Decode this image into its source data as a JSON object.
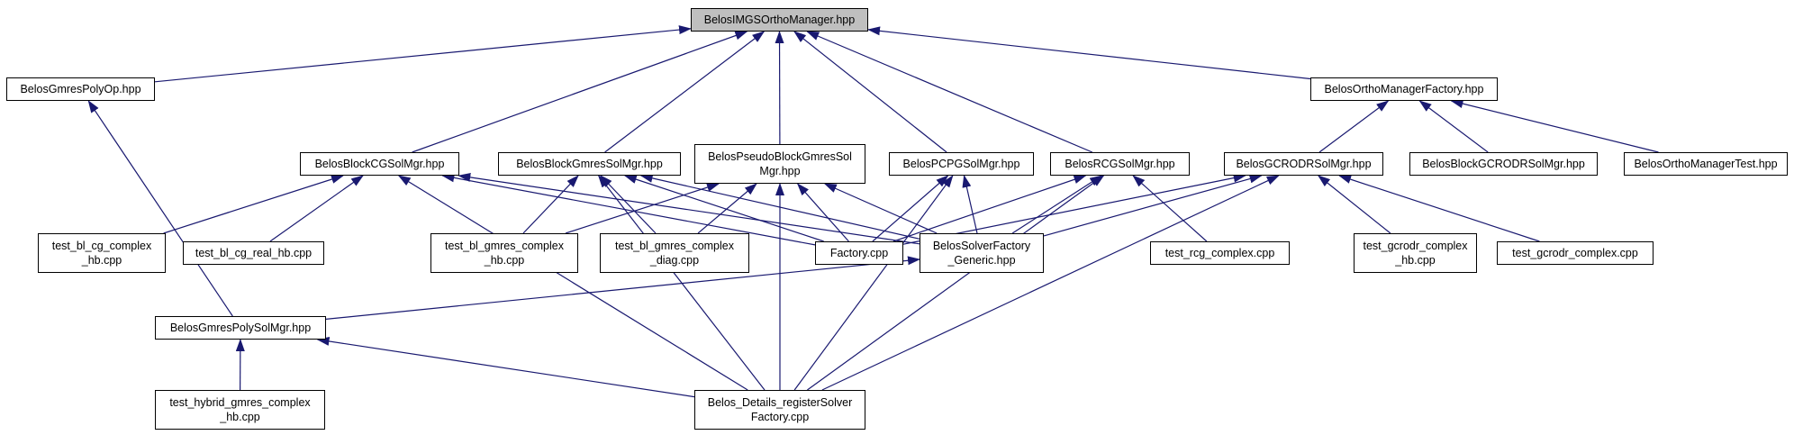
{
  "diagram": {
    "edge_color": "#191970",
    "nodes": {
      "root": "BelosIMGSOrthoManager.hpp",
      "gmres_poly_op": "BelosGmresPolyOp.hpp",
      "ortho_factory": "BelosOrthoManagerFactory.hpp",
      "block_cg": "BelosBlockCGSolMgr.hpp",
      "block_gmres": "BelosBlockGmresSolMgr.hpp",
      "pseudo_block_gmres": "BelosPseudoBlockGmresSol\nMgr.hpp",
      "pcpg": "BelosPCPGSolMgr.hpp",
      "rcg": "BelosRCGSolMgr.hpp",
      "gcrodr": "BelosGCRODRSolMgr.hpp",
      "block_gcrodr": "BelosBlockGCRODRSolMgr.hpp",
      "ortho_test": "BelosOrthoManagerTest.hpp",
      "test_bl_cg_complex_hb": "test_bl_cg_complex\n_hb.cpp",
      "test_bl_cg_real_hb": "test_bl_cg_real_hb.cpp",
      "test_bl_gmres_complex_hb": "test_bl_gmres_complex\n_hb.cpp",
      "test_bl_gmres_complex_diag": "test_bl_gmres_complex\n_diag.cpp",
      "factory_cpp": "Factory.cpp",
      "solver_factory_generic": "BelosSolverFactory\n_Generic.hpp",
      "test_rcg_complex": "test_rcg_complex.cpp",
      "test_gcrodr_complex_hb": "test_gcrodr_complex\n_hb.cpp",
      "test_gcrodr_complex": "test_gcrodr_complex.cpp",
      "gmres_poly_solmgr": "BelosGmresPolySolMgr.hpp",
      "test_hybrid_gmres": "test_hybrid_gmres_complex\n_hb.cpp",
      "register_solver": "Belos_Details_registerSolver\nFactory.cpp"
    },
    "edges": [
      [
        "gmres_poly_op",
        "root"
      ],
      [
        "ortho_factory",
        "root"
      ],
      [
        "block_cg",
        "root"
      ],
      [
        "block_gmres",
        "root"
      ],
      [
        "pseudo_block_gmres",
        "root"
      ],
      [
        "pcpg",
        "root"
      ],
      [
        "rcg",
        "root"
      ],
      [
        "gcrodr",
        "ortho_factory"
      ],
      [
        "block_gcrodr",
        "ortho_factory"
      ],
      [
        "ortho_test",
        "ortho_factory"
      ],
      [
        "test_bl_cg_complex_hb",
        "block_cg"
      ],
      [
        "test_bl_cg_real_hb",
        "block_cg"
      ],
      [
        "factory_cpp",
        "block_cg"
      ],
      [
        "solver_factory_generic",
        "block_cg"
      ],
      [
        "register_solver",
        "block_cg"
      ],
      [
        "test_bl_gmres_complex_hb",
        "block_gmres"
      ],
      [
        "test_bl_gmres_complex_diag",
        "block_gmres"
      ],
      [
        "factory_cpp",
        "block_gmres"
      ],
      [
        "solver_factory_generic",
        "block_gmres"
      ],
      [
        "register_solver",
        "block_gmres"
      ],
      [
        "test_bl_gmres_complex_hb",
        "pseudo_block_gmres"
      ],
      [
        "test_bl_gmres_complex_diag",
        "pseudo_block_gmres"
      ],
      [
        "factory_cpp",
        "pseudo_block_gmres"
      ],
      [
        "solver_factory_generic",
        "pseudo_block_gmres"
      ],
      [
        "register_solver",
        "pseudo_block_gmres"
      ],
      [
        "factory_cpp",
        "pcpg"
      ],
      [
        "solver_factory_generic",
        "pcpg"
      ],
      [
        "register_solver",
        "pcpg"
      ],
      [
        "factory_cpp",
        "rcg"
      ],
      [
        "solver_factory_generic",
        "rcg"
      ],
      [
        "test_rcg_complex",
        "rcg"
      ],
      [
        "register_solver",
        "rcg"
      ],
      [
        "factory_cpp",
        "gcrodr"
      ],
      [
        "solver_factory_generic",
        "gcrodr"
      ],
      [
        "test_gcrodr_complex_hb",
        "gcrodr"
      ],
      [
        "test_gcrodr_complex",
        "gcrodr"
      ],
      [
        "register_solver",
        "gcrodr"
      ],
      [
        "gmres_poly_solmgr",
        "gmres_poly_op"
      ],
      [
        "gmres_poly_solmgr",
        "solver_factory_generic"
      ],
      [
        "test_hybrid_gmres",
        "gmres_poly_solmgr"
      ],
      [
        "register_solver",
        "gmres_poly_solmgr"
      ]
    ]
  }
}
